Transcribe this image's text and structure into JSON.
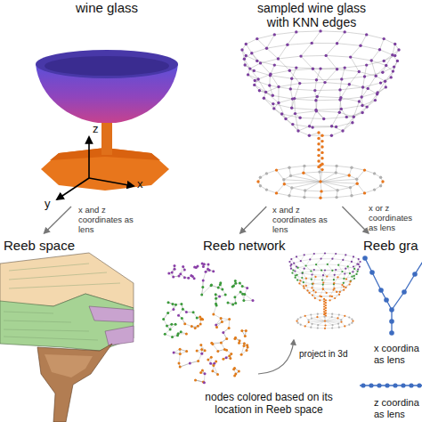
{
  "diagram": {
    "nodes": [
      {
        "text": [
          "wine glass"
        ]
      },
      {
        "text": [
          "sampled wine glass with KNN edges"
        ]
      },
      {
        "text": [
          "Reeb space"
        ]
      },
      {
        "text": [
          "Reeb network"
        ]
      },
      {
        "text": [
          "Reeb gra"
        ]
      }
    ],
    "edges": [
      {
        "from": 0,
        "to": 2,
        "arrow": "to",
        "label": "x and z coordinates as lens"
      },
      {
        "from": 1,
        "to": 3,
        "arrow": "to",
        "label": "x and z coordinates as lens"
      },
      {
        "from": 1,
        "to": 4,
        "arrow": "to",
        "label": "x or z coordinates as lens"
      }
    ],
    "labels": [
      "z",
      "x",
      "y",
      "project in 3d",
      "nodes colored based on its location in Reeb space",
      "x coordina as lens",
      "z coordina as lens"
    ]
  }
}
